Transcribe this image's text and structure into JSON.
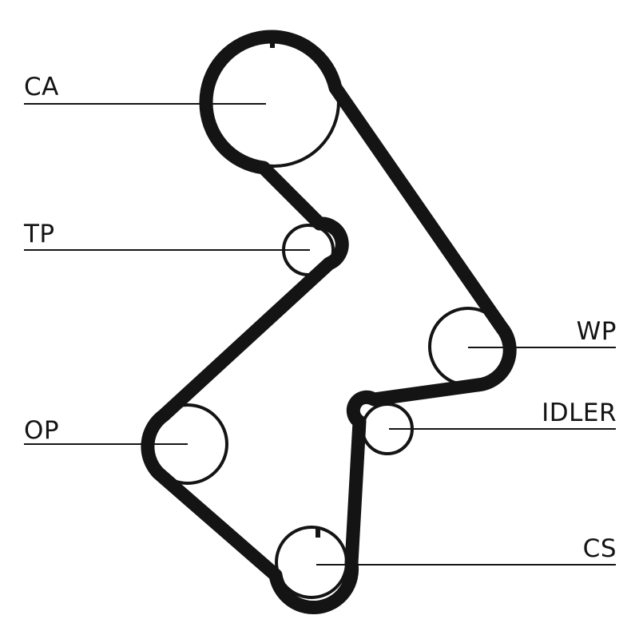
{
  "labels": {
    "ca": "CA",
    "tp": "TP",
    "op": "OP",
    "wp": "WP",
    "idler": "IDLER",
    "cs": "CS"
  },
  "colors": {
    "belt": "#141414",
    "pulley": "#141414",
    "leader": "#141414",
    "background": "#ffffff"
  }
}
